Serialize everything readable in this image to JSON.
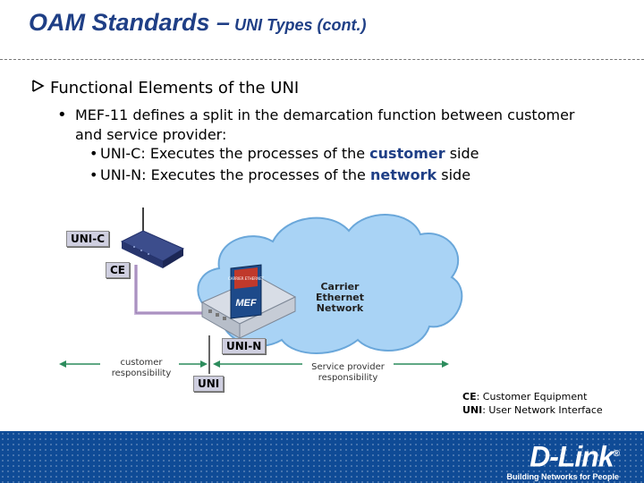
{
  "slide": {
    "title_main": "OAM Standards –",
    "title_sub": "UNI Types (cont.)",
    "bullet1": "Functional Elements of the UNI",
    "bullet2": "MEF-11 defines a split in the demarcation function between customer and service provider:",
    "sub1_pre": "UNI-C: Executes the processes of the ",
    "sub1_hl": "customer",
    "sub1_post": " side",
    "sub2_pre": "UNI-N: Executes the processes of the ",
    "sub2_hl": "network",
    "sub2_post": " side"
  },
  "diagram": {
    "unic_label": "UNI-C",
    "ce_label": "CE",
    "cloud_line1": "Carrier",
    "cloud_line2": "Ethernet",
    "cloud_line3": "Network",
    "unin_label": "UNI-N",
    "uni_label": "UNI",
    "customer_line1": "customer",
    "customer_line2": "responsibility",
    "provider_line1": "Service provider",
    "provider_line2": "responsibility",
    "mef_label": "MEF",
    "badge_text": "CARRIER ETHERNET"
  },
  "legend": {
    "ce_key": "CE",
    "ce_def": ": Customer Equipment",
    "uni_key": "UNI",
    "uni_def": ": User Network Interface"
  },
  "footer": {
    "logo": "D-Link",
    "tagline": "Building Networks for People",
    "registered": "®"
  },
  "colors": {
    "title_blue": "#1f3f86",
    "footer_blue": "#0f4b96",
    "cloud_blue": "#a9d3f5",
    "arrow_green": "#2c8c5c"
  }
}
